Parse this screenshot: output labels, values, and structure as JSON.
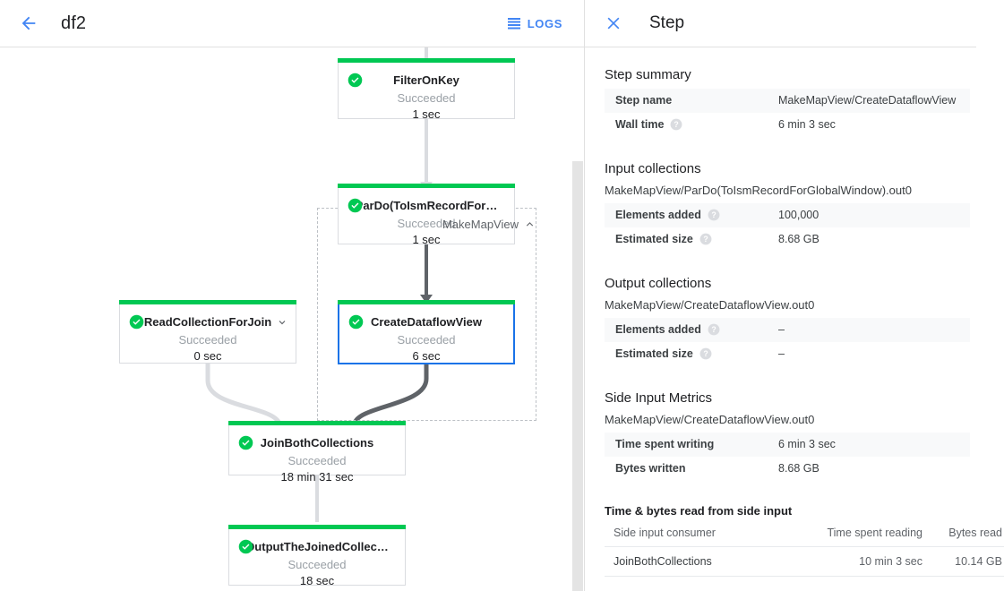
{
  "left": {
    "topbar": {
      "back_icon": "arrow-back-icon",
      "job_title": "df2",
      "logs_label": "LOGS",
      "logs_icon": "logs-list-icon"
    },
    "composite": {
      "label": "MakeMapView",
      "chevron_icon": "chevron-up-icon"
    },
    "nodes": [
      {
        "id": "filter-on-key",
        "title": "FilterOnKey",
        "status": "Succeeded",
        "time": "1 sec",
        "status_icon": "check-circle-icon",
        "selected": false,
        "has_chevron": false
      },
      {
        "id": "pardo-to-ism-record",
        "title": "ParDo(ToIsmRecordFor…",
        "status": "Succeeded",
        "time": "1 sec",
        "status_icon": "check-circle-icon",
        "selected": false,
        "has_chevron": false
      },
      {
        "id": "create-dataflow-view",
        "title": "CreateDataflowView",
        "status": "Succeeded",
        "time": "6 sec",
        "status_icon": "check-circle-icon",
        "selected": true,
        "has_chevron": false
      },
      {
        "id": "read-collection-for-join",
        "title": "ReadCollectionForJoin",
        "status": "Succeeded",
        "time": "0 sec",
        "status_icon": "check-circle-icon",
        "selected": false,
        "has_chevron": true,
        "chevron_icon": "chevron-down-icon"
      },
      {
        "id": "join-both-collections",
        "title": "JoinBothCollections",
        "status": "Succeeded",
        "time": "18 min 31 sec",
        "status_icon": "check-circle-icon",
        "selected": false,
        "has_chevron": false
      },
      {
        "id": "output-the-joined-collection",
        "title": "OutputTheJoinedCollec…",
        "status": "Succeeded",
        "time": "18 sec",
        "status_icon": "check-circle-icon",
        "selected": false,
        "has_chevron": false
      }
    ],
    "colors": {
      "success_accent": "#00c853",
      "selected_border": "#1a73e8",
      "edge_light": "#dadce0",
      "edge_dark": "#5f6368",
      "link_blue": "#4285f4"
    }
  },
  "right": {
    "header": {
      "close_icon": "close-icon",
      "title": "Step"
    },
    "step_summary": {
      "heading": "Step summary",
      "rows": [
        {
          "key": "Step name",
          "value": "MakeMapView/CreateDataflowView",
          "help": false
        },
        {
          "key": "Wall time",
          "value": "6 min 3 sec",
          "help": true
        }
      ]
    },
    "input_collections": {
      "heading": "Input collections",
      "name": "MakeMapView/ParDo(ToIsmRecordForGlobalWindow).out0",
      "rows": [
        {
          "key": "Elements added",
          "value": "100,000",
          "help": true
        },
        {
          "key": "Estimated size",
          "value": "8.68 GB",
          "help": true
        }
      ]
    },
    "output_collections": {
      "heading": "Output collections",
      "name": "MakeMapView/CreateDataflowView.out0",
      "rows": [
        {
          "key": "Elements added",
          "value": "–",
          "help": true
        },
        {
          "key": "Estimated size",
          "value": "–",
          "help": true
        }
      ]
    },
    "side_input_metrics": {
      "heading": "Side Input Metrics",
      "name": "MakeMapView/CreateDataflowView.out0",
      "rows": [
        {
          "key": "Time spent writing",
          "value": "6 min 3 sec",
          "help": false
        },
        {
          "key": "Bytes written",
          "value": "8.68 GB",
          "help": false
        }
      ]
    },
    "side_input_reads": {
      "heading": "Time & bytes read from side input",
      "columns": [
        "Side input consumer",
        "Time spent reading",
        "Bytes read"
      ],
      "rows": [
        {
          "consumer": "JoinBothCollections",
          "time": "10 min 3 sec",
          "bytes": "10.14 GB"
        }
      ]
    },
    "help_icon": "help-circle-icon"
  }
}
